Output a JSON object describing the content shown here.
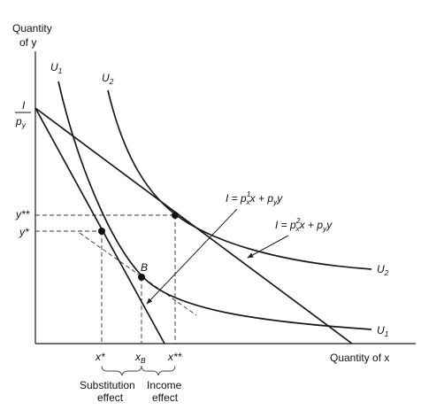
{
  "axes": {
    "y_label_line1": "Quantity",
    "y_label_line2": "of y",
    "x_label": "Quantity of x",
    "y_intercept_num": "I",
    "y_intercept_den": "p",
    "y_intercept_den_sub": "y"
  },
  "curves": {
    "u1_top": {
      "main": "U",
      "sub": "1"
    },
    "u2_top": {
      "main": "U",
      "sub": "2"
    },
    "u2_right": {
      "main": "U",
      "sub": "2"
    },
    "u1_right": {
      "main": "U",
      "sub": "1"
    }
  },
  "budget": {
    "line1": {
      "lhs": "I = p",
      "sup": "1",
      "sub": "x",
      "rest": "x + p",
      "rest_sub": "y",
      "tail": "y"
    },
    "line2": {
      "lhs": "I = p",
      "sup": "2",
      "sub": "x",
      "rest": "x + p",
      "rest_sub": "y",
      "tail": "y"
    }
  },
  "points": {
    "b_label": "B"
  },
  "ticks": {
    "y_star_star": "y**",
    "y_star": "y*",
    "x_star": "x*",
    "x_b_main": "x",
    "x_b_sub": "B",
    "x_star_star": "x**"
  },
  "effects": {
    "substitution_line1": "Substitution",
    "substitution_line2": "effect",
    "income_line1": "Income",
    "income_line2": "effect"
  }
}
